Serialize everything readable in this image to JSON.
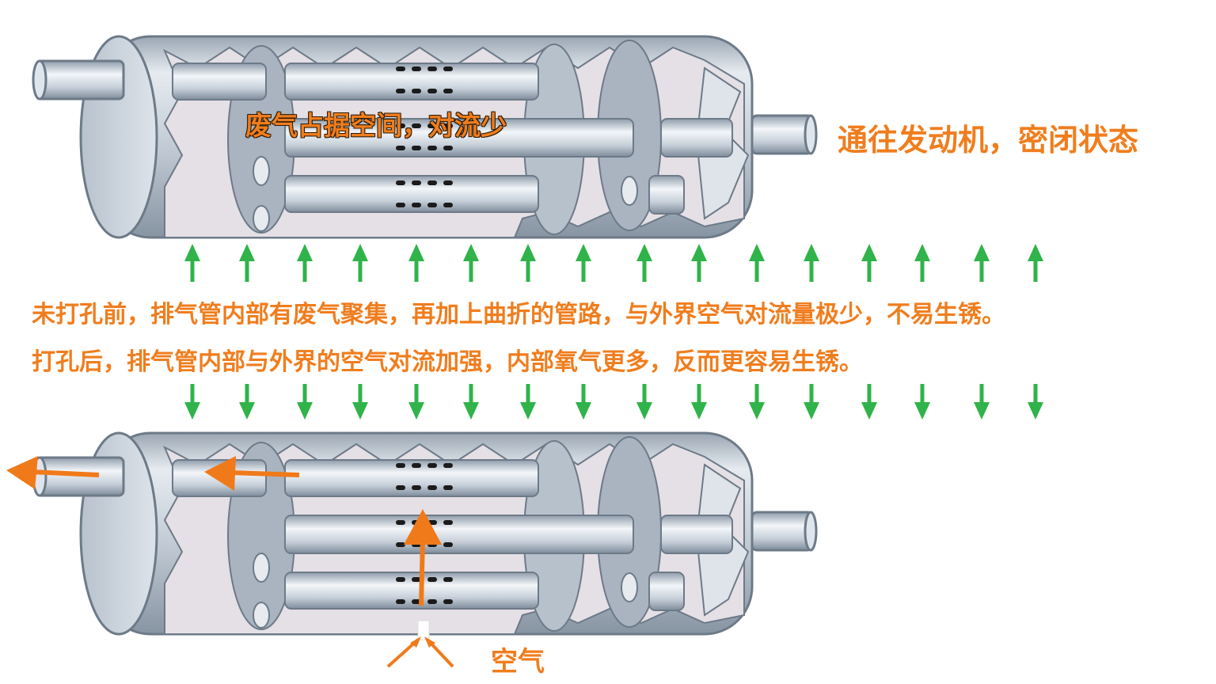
{
  "diagram": {
    "top_muffler": {
      "inside_label": "废气占据空间，对流少",
      "engine_label": "通往发动机，密闭状态"
    },
    "explanation": {
      "before_text": "未打孔前，排气管内部有废气聚集，再加上曲折的管路，与外界空气对流量极少，不易生锈。",
      "after_text": "打孔后，排气管内部与外界的空气对流加强，内部氧气更多，反而更容易生锈。"
    },
    "bottom_muffler": {
      "air_label": "空气"
    },
    "arrow_count": 16
  },
  "colors": {
    "text_orange": "#f07d1d",
    "arrow_orange": "#f07a1a",
    "arrow_green": "#2fb34a",
    "shell": "#c3ccd6",
    "shell_dark": "#8e9aa7",
    "shell_outline": "#6d7a88",
    "interior": "#e5e0e6",
    "baffle": "#a9b4c0",
    "perforation": "#1b1b1b"
  }
}
